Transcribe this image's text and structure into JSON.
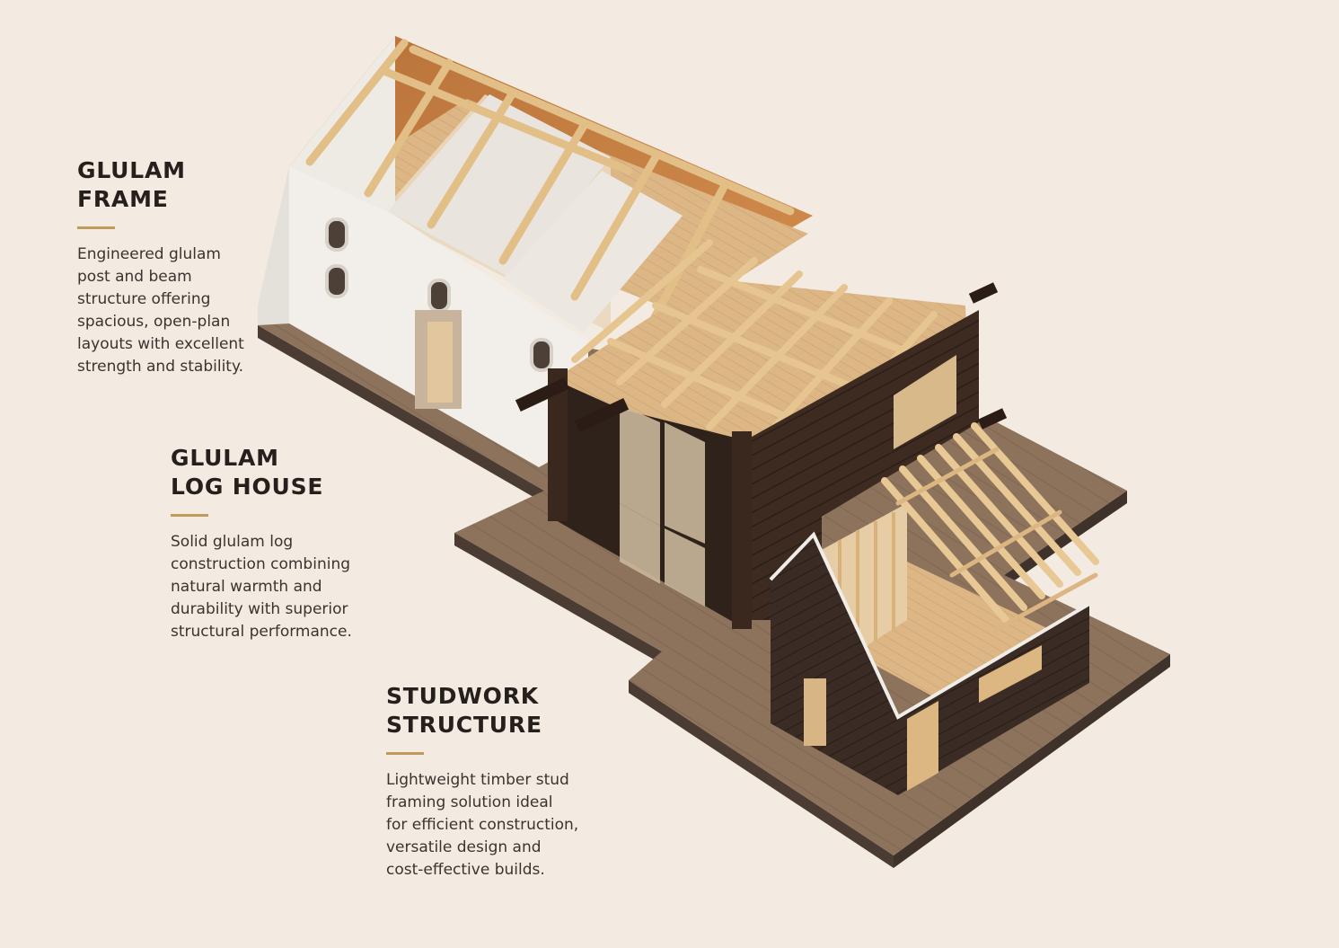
{
  "sections": [
    {
      "title_line1": "GLULAM",
      "title_line2": "FRAME",
      "description": "Engineered glulam\npost and beam\nstructure offering\nspacious, open-plan\nlayouts with excellent\nstrength and stability."
    },
    {
      "title_line1": "GLULAM",
      "title_line2": "LOG HOUSE",
      "description": "Solid glulam log\nconstruction combining\nnatural warmth and\ndurability with superior\nstructural performance."
    },
    {
      "title_line1": "STUDWORK",
      "title_line2": "STRUCTURE",
      "description": "Lightweight timber stud\nframing solution ideal\nfor efficient construction,\nversatile design and\ncost-effective builds."
    }
  ],
  "colors": {
    "background": "#f3ebe2",
    "accent_rule": "#c09a5b",
    "heading_text": "#26201d",
    "body_text": "#3b3330",
    "deck": "#8a6f58",
    "plaster": "#f1eeea",
    "dark_log": "#3b2a22",
    "light_timber": "#e2bf8a"
  }
}
